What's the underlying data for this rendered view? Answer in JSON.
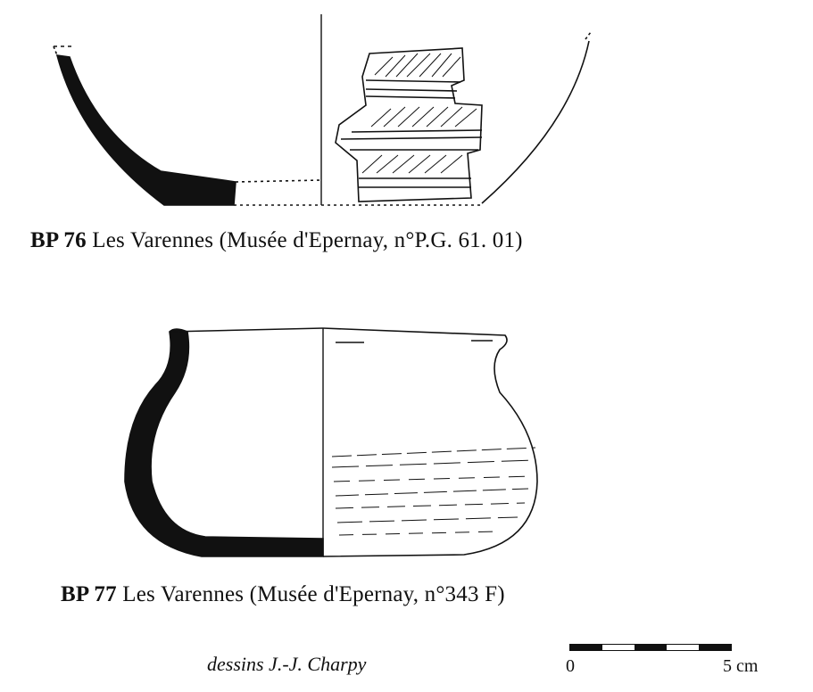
{
  "figure_76": {
    "code": "BP 76",
    "caption": " Les Varennes (Musée d'Epernay, n°P.G. 61. 01)"
  },
  "figure_77": {
    "code": "BP 77",
    "caption": " Les Varennes (Musée d'Epernay, n°343 F)"
  },
  "credit": "dessins J.-J. Charpy",
  "scale": {
    "start_label": "0",
    "end_label": "5 cm",
    "segments": [
      "dark",
      "light",
      "dark",
      "light",
      "dark"
    ]
  }
}
